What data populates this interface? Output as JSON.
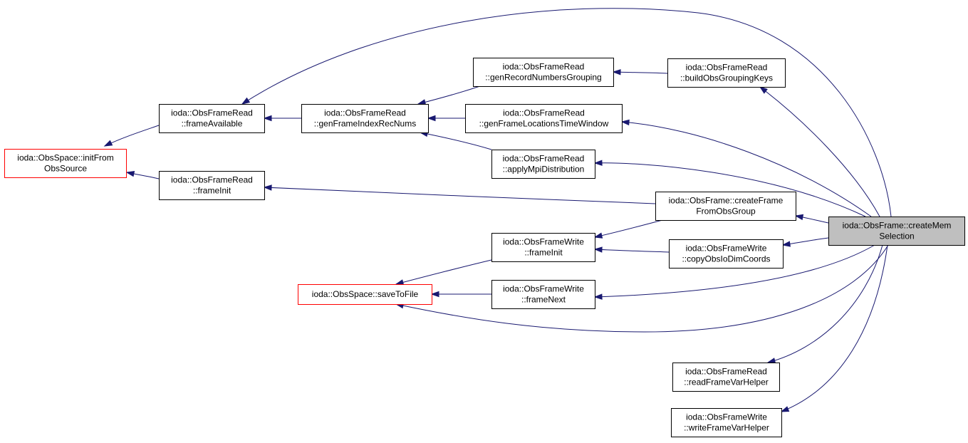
{
  "diagram": {
    "type": "doxygen-caller-graph",
    "colors": {
      "edge": "#191970",
      "node_border": "#000000",
      "truncated_node_border": "#ff0000",
      "focus_node_fill": "#bfbfbf",
      "node_fill": "#ffffff"
    },
    "nodes": [
      {
        "id": "createMemSelection",
        "lines": [
          "ioda::ObsFrame::createMem",
          "Selection"
        ],
        "focus": true,
        "truncated": false
      },
      {
        "id": "initFromObsSource",
        "lines": [
          "ioda::ObsSpace::initFrom",
          "ObsSource"
        ],
        "focus": false,
        "truncated": true
      },
      {
        "id": "frameAvailable",
        "lines": [
          "ioda::ObsFrameRead",
          "::frameAvailable"
        ],
        "focus": false,
        "truncated": false
      },
      {
        "id": "genFrameIndexRecNums",
        "lines": [
          "ioda::ObsFrameRead",
          "::genFrameIndexRecNums"
        ],
        "focus": false,
        "truncated": false
      },
      {
        "id": "genRecordNumbersGrouping",
        "lines": [
          "ioda::ObsFrameRead",
          "::genRecordNumbersGrouping"
        ],
        "focus": false,
        "truncated": false
      },
      {
        "id": "buildObsGroupingKeys",
        "lines": [
          "ioda::ObsFrameRead",
          "::buildObsGroupingKeys"
        ],
        "focus": false,
        "truncated": false
      },
      {
        "id": "genFrameLocationsTimeWindow",
        "lines": [
          "ioda::ObsFrameRead",
          "::genFrameLocationsTimeWindow"
        ],
        "focus": false,
        "truncated": false
      },
      {
        "id": "applyMpiDistribution",
        "lines": [
          "ioda::ObsFrameRead",
          "::applyMpiDistribution"
        ],
        "focus": false,
        "truncated": false
      },
      {
        "id": "frameInitRead",
        "lines": [
          "ioda::ObsFrameRead",
          "::frameInit"
        ],
        "focus": false,
        "truncated": false
      },
      {
        "id": "createFrameFromObsGroup",
        "lines": [
          "ioda::ObsFrame::createFrame",
          "FromObsGroup"
        ],
        "focus": false,
        "truncated": false
      },
      {
        "id": "frameInitWrite",
        "lines": [
          "ioda::ObsFrameWrite",
          "::frameInit"
        ],
        "focus": false,
        "truncated": false
      },
      {
        "id": "copyObsIoDimCoords",
        "lines": [
          "ioda::ObsFrameWrite",
          "::copyObsIoDimCoords"
        ],
        "focus": false,
        "truncated": false
      },
      {
        "id": "saveToFile",
        "lines": [
          "ioda::ObsSpace::saveToFile"
        ],
        "focus": false,
        "truncated": true
      },
      {
        "id": "frameNext",
        "lines": [
          "ioda::ObsFrameWrite",
          "::frameNext"
        ],
        "focus": false,
        "truncated": false
      },
      {
        "id": "readFrameVarHelper",
        "lines": [
          "ioda::ObsFrameRead",
          "::readFrameVarHelper"
        ],
        "focus": false,
        "truncated": false
      },
      {
        "id": "writeFrameVarHelper",
        "lines": [
          "ioda::ObsFrameWrite",
          "::writeFrameVarHelper"
        ],
        "focus": false,
        "truncated": false
      }
    ],
    "edges": [
      {
        "from": "frameAvailable",
        "to": "initFromObsSource"
      },
      {
        "from": "frameInitRead",
        "to": "initFromObsSource"
      },
      {
        "from": "genFrameIndexRecNums",
        "to": "frameAvailable"
      },
      {
        "from": "genRecordNumbersGrouping",
        "to": "genFrameIndexRecNums"
      },
      {
        "from": "genFrameLocationsTimeWindow",
        "to": "genFrameIndexRecNums"
      },
      {
        "from": "applyMpiDistribution",
        "to": "genFrameIndexRecNums"
      },
      {
        "from": "buildObsGroupingKeys",
        "to": "genRecordNumbersGrouping"
      },
      {
        "from": "createFrameFromObsGroup",
        "to": "frameInitRead"
      },
      {
        "from": "createFrameFromObsGroup",
        "to": "frameInitWrite"
      },
      {
        "from": "copyObsIoDimCoords",
        "to": "frameInitWrite"
      },
      {
        "from": "frameInitWrite",
        "to": "saveToFile"
      },
      {
        "from": "frameNext",
        "to": "saveToFile"
      },
      {
        "from": "createMemSelection",
        "to": "frameAvailable"
      },
      {
        "from": "createMemSelection",
        "to": "buildObsGroupingKeys"
      },
      {
        "from": "createMemSelection",
        "to": "genFrameLocationsTimeWindow"
      },
      {
        "from": "createMemSelection",
        "to": "applyMpiDistribution"
      },
      {
        "from": "createMemSelection",
        "to": "createFrameFromObsGroup"
      },
      {
        "from": "createMemSelection",
        "to": "copyObsIoDimCoords"
      },
      {
        "from": "createMemSelection",
        "to": "frameNext"
      },
      {
        "from": "createMemSelection",
        "to": "saveToFile"
      },
      {
        "from": "createMemSelection",
        "to": "readFrameVarHelper"
      },
      {
        "from": "createMemSelection",
        "to": "writeFrameVarHelper"
      }
    ]
  }
}
